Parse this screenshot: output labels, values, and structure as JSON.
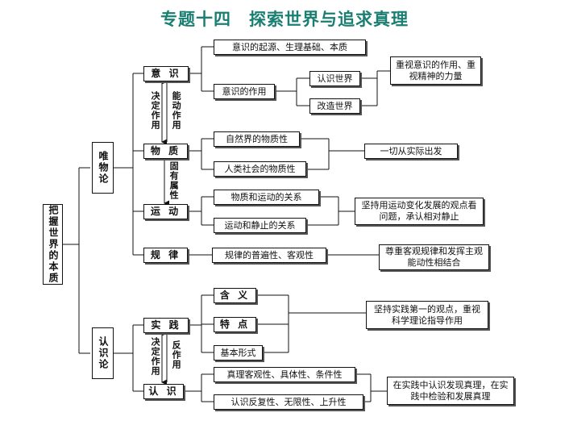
{
  "title": "专题十四　探索世界与追求真理",
  "root": "把握世界的本质",
  "materialism": {
    "label": "唯物论",
    "consciousness": {
      "label": "意 识",
      "origin": "意识的起源、生理基础、本质",
      "role": "意识的作用",
      "know": "认识世界",
      "change": "改造世界",
      "note": "重视意识的作用、重视精神的力量"
    },
    "arrow_down": "决定作用",
    "arrow_up": "能动作用",
    "matter": {
      "label": "物 质",
      "nature": "自然界的物质性",
      "society": "人类社会的物质性",
      "note": "一切从实际出发"
    },
    "attribute": "固有属性",
    "motion": {
      "label": "运 动",
      "rel1": "物质和运动的关系",
      "rel2": "运动和静止的关系",
      "note": "坚持用运动变化发展的观点看问题，承认相对静止"
    },
    "law": {
      "label": "规 律",
      "item": "规律的普遍性、客观性",
      "note": "尊重客观规律和发挥主观能动性相结合"
    }
  },
  "epistemology": {
    "label": "认识论",
    "practice": {
      "label": "实 践",
      "meaning": "含 义",
      "feature": "特 点",
      "forms": "基本形式",
      "note": "坚持实践第一的观点，重视科学理论指导作用"
    },
    "arrow_down": "决定作用",
    "arrow_up": "反作用",
    "knowledge": {
      "label": "认 识",
      "truth": "真理客观性、具体性、条件性",
      "repeat": "认识反复性、无限性、上升性",
      "note": "在实践中认识发现真理，在实践中检验和发展真理"
    }
  }
}
